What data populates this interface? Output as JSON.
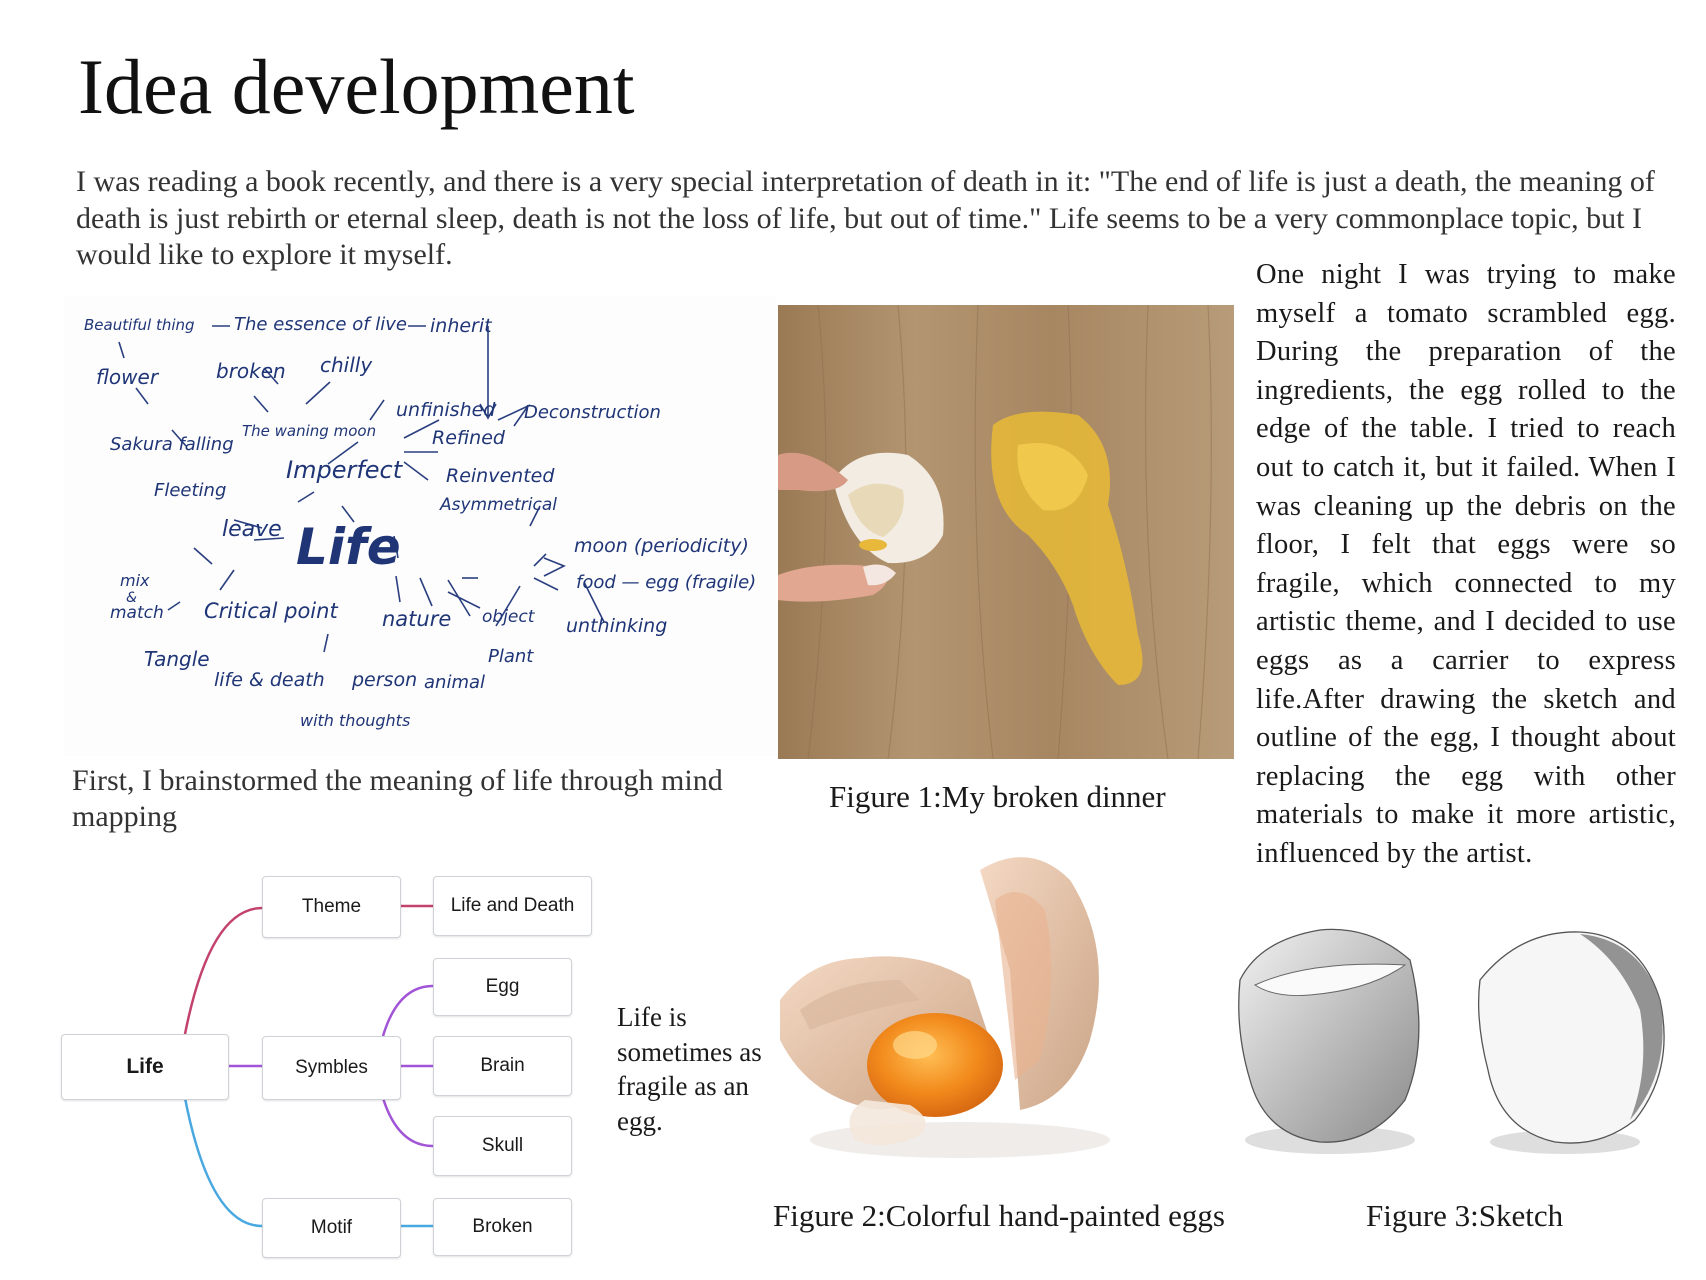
{
  "title": "Idea development",
  "intro": "I was reading a book recently, and there is a very special interpretation of death in it: \"The end of life is just a death, the meaning of death is just rebirth or eternal sleep, death is not the loss of life, but out of time.\" Life seems to be a very commonplace topic, but I would like to explore it myself.",
  "story": "One night I was trying to make myself a tomato scrambled egg. During the preparation of the ingredients, the egg rolled to the edge of the table. I tried to reach out to catch it, but it failed. When I was cleaning up the debris on the floor, I felt that eggs were so fragile, which connected to my artistic theme, and I decided to use eggs as a carrier to express life.After drawing the sketch and outline of the egg, I thought about replacing the egg with other materials to make it more artistic, influenced by the artist.",
  "handwritten_map": {
    "center": "Life",
    "words": {
      "beautiful_thing": "Beautiful thing",
      "essence": "The essence of live",
      "inherit": "inherit",
      "flower": "flower",
      "broken": "broken",
      "chilly": "chilly",
      "sakura": "Sakura falling",
      "waning_moon": "The waning moon",
      "unfinished": "unfinished",
      "deconstruction": "Deconstruction",
      "refined": "Refined",
      "fleeting": "Fleeting",
      "imperfect": "Imperfect",
      "reinvented": "Reinvented",
      "asymmetrical": "Asymmetrical",
      "leave": "leave",
      "moon_periodicity": "moon (periodicity)",
      "food_egg": "food — egg (fragile)",
      "mix": "mix",
      "amp": "&",
      "match": "match",
      "critical_point": "Critical point",
      "nature": "nature",
      "object": "object",
      "unthinking": "unthinking",
      "plant": "Plant",
      "tangle": "Tangle",
      "life_death": "life & death",
      "person": "person",
      "animal": "animal",
      "with_thoughts": "with thoughts"
    }
  },
  "mindmap_caption": "First, I brainstormed the meaning of life through mind mapping",
  "tree": {
    "root": "Life",
    "theme": "Theme",
    "theme_value": "Life and Death",
    "symbles": "Symbles",
    "egg": "Egg",
    "brain": "Brain",
    "skull": "Skull",
    "motif": "Motif",
    "broken": "Broken",
    "colors": {
      "theme": "#c2426b",
      "symbles": "#a155d6",
      "motif": "#4aa8e0"
    }
  },
  "quote": "Life is sometimes as fragile as an egg.",
  "figures": {
    "fig1": "Figure 1:My broken dinner",
    "fig2": "Figure 2:Colorful hand-painted eggs",
    "fig3": "Figure 3:Sketch"
  },
  "images": {
    "photo1": "broken-egg-photo",
    "photo2": "painted-egg-illustration",
    "photo3": "egg-sketch-drawing"
  }
}
